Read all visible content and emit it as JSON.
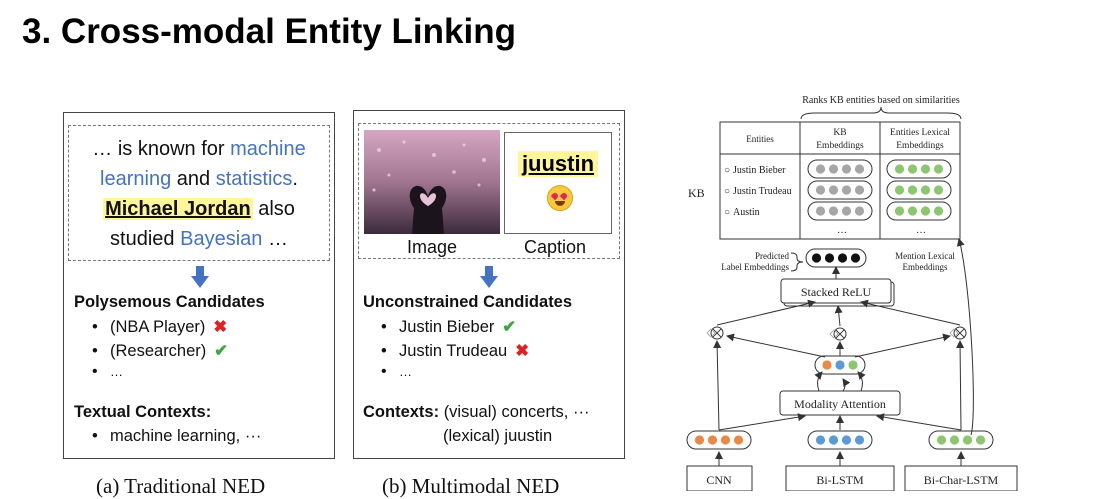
{
  "title": "3. Cross-modal Entity Linking",
  "panel_a": {
    "ctx_pre": "… is known for ",
    "ctx_ml": "machine learning",
    "ctx_and": " and ",
    "ctx_stats": "statistics",
    "ctx_dot": ".",
    "entity": "Michael Jordan",
    "ctx_also": " also studied ",
    "ctx_bayes": "Bayesian",
    "ctx_end": " …",
    "cand_heading": "Polysemous Candidates",
    "candidates": [
      "(NBA Player)",
      "(Researcher)",
      "…"
    ],
    "ctx_heading": "Textual Contexts:",
    "ctx_items": [
      "machine learning, ···"
    ],
    "caption": "(a) Traditional NED"
  },
  "panel_b": {
    "image_label": "Image",
    "caption_label": "Caption",
    "caption_text": "juustin",
    "cand_heading": "Unconstrained Candidates",
    "candidates": [
      "Justin Bieber",
      "Justin Trudeau",
      "…"
    ],
    "ctx_heading": "Contexts:",
    "ctx_visual": "(visual) concerts, ···",
    "ctx_lexical": "(lexical) juustin",
    "caption": "(b) Multimodal NED"
  },
  "diagram": {
    "top_label": "Ranks KB entities based on similarities",
    "kb_label": "KB",
    "col_entities": "Entities",
    "col_kb_1": "KB",
    "col_kb_2": "Embeddings",
    "col_lex_1": "Entities Lexical",
    "col_lex_2": "Embeddings",
    "entities": [
      "Justin Bieber",
      "Justin Trudeau",
      "Austin"
    ],
    "ellipsis": "…",
    "pred_1": "Predicted",
    "pred_2": "Label Embeddings",
    "mention_1": "Mention Lexical",
    "mention_2": "Embeddings",
    "stacked": "Stacked ReLU",
    "attention": "Modality Attention",
    "cnn": "CNN",
    "bilstm": "Bi-LSTM",
    "bichar": "Bi-Char-LSTM",
    "colors": {
      "gray": "#a6a6a6",
      "green": "#8cc66e",
      "orange": "#e88a45",
      "blue": "#5b9bd5",
      "black": "#111111"
    }
  }
}
